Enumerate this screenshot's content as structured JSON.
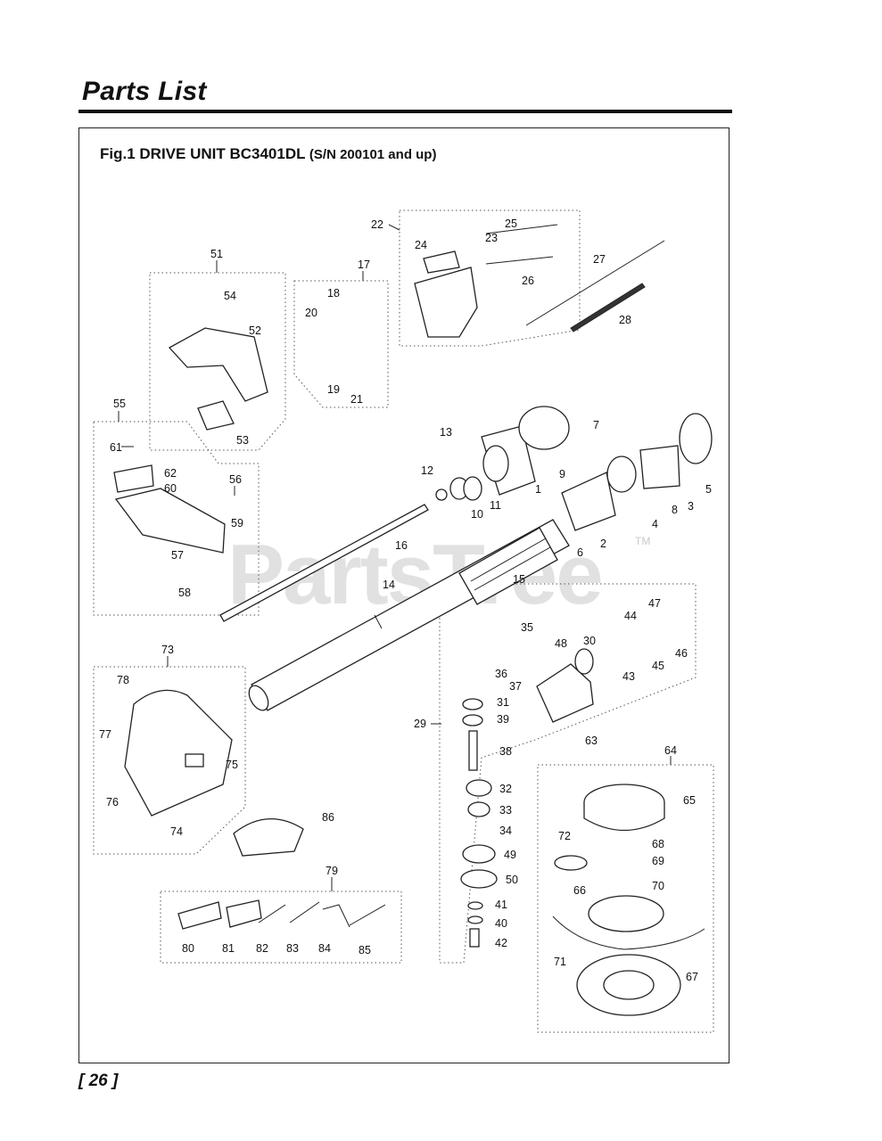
{
  "header": {
    "title": "Parts List"
  },
  "figure": {
    "caption_main": "Fig.1 DRIVE UNIT  BC3401DL",
    "caption_sub": "(S/N 200101 and up)",
    "watermark": "PartsTree",
    "trademark": "TM"
  },
  "callouts": {
    "n1": "1",
    "n2": "2",
    "n3": "3",
    "n4": "4",
    "n5": "5",
    "n6": "6",
    "n7": "7",
    "n8": "8",
    "n9": "9",
    "n10": "10",
    "n11": "11",
    "n12": "12",
    "n13": "13",
    "n14": "14",
    "n15": "15",
    "n16": "16",
    "n17": "17",
    "n18": "18",
    "n19": "19",
    "n20": "20",
    "n21": "21",
    "n22": "22",
    "n23": "23",
    "n24": "24",
    "n25": "25",
    "n26": "26",
    "n27": "27",
    "n28": "28",
    "n29": "29",
    "n30": "30",
    "n31": "31",
    "n32": "32",
    "n33": "33",
    "n34": "34",
    "n35": "35",
    "n36": "36",
    "n37": "37",
    "n38": "38",
    "n39": "39",
    "n40": "40",
    "n41": "41",
    "n42": "42",
    "n43": "43",
    "n44": "44",
    "n45": "45",
    "n46": "46",
    "n47": "47",
    "n48": "48",
    "n49": "49",
    "n50": "50",
    "n51": "51",
    "n52": "52",
    "n53": "53",
    "n54": "54",
    "n55": "55",
    "n56": "56",
    "n57": "57",
    "n58": "58",
    "n59": "59",
    "n60": "60",
    "n61": "61",
    "n62": "62",
    "n63": "63",
    "n64": "64",
    "n65": "65",
    "n66": "66",
    "n67": "67",
    "n68": "68",
    "n69": "69",
    "n70": "70",
    "n71": "71",
    "n72": "72",
    "n73": "73",
    "n74": "74",
    "n75": "75",
    "n76": "76",
    "n77": "77",
    "n78": "78",
    "n79": "79",
    "n80": "80",
    "n81": "81",
    "n82": "82",
    "n83": "83",
    "n84": "84",
    "n85": "85",
    "n86": "86"
  },
  "footer": {
    "page_number": "[ 26 ]"
  }
}
